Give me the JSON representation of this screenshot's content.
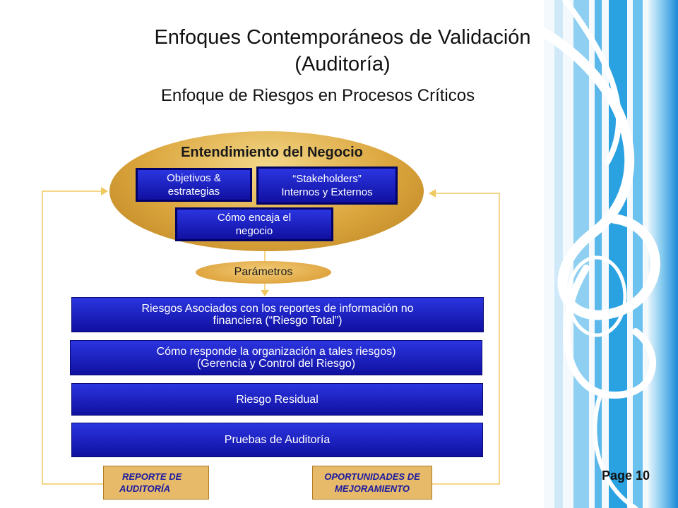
{
  "slide": {
    "title_line1": "Enfoques Contemporáneos  de Validación",
    "title_line2": "(Auditoría)",
    "subtitle": "Enfoque de Riesgos en Procesos Críticos"
  },
  "diagram": {
    "oval_title": "Entendimiento del Negocio",
    "box_objetivos": [
      "Objetivos &",
      "estrategias"
    ],
    "box_stakeholders": [
      "“Stakeholders”",
      "Internos y Externos"
    ],
    "box_encaja": [
      "Cómo encaja el",
      "negocio"
    ],
    "parametros": "Parámetros",
    "bar_riesgos": [
      "Riesgos Asociados con los reportes de información no",
      "financiera (“Riesgo Total”)"
    ],
    "bar_responde": [
      "Cómo responde la organización  a tales riesgos)",
      "(Gerencia y Control del Riesgo)"
    ],
    "bar_residual": "Riesgo Residual",
    "bar_pruebas": "Pruebas de Auditoría",
    "report_left": [
      "REPORTE DE",
      "AUDITORÍA"
    ],
    "report_right": [
      "OPORTUNIDADES DE",
      "MEJORAMIENTO"
    ]
  },
  "footer": {
    "page_label": "Page 10"
  },
  "colors": {
    "box_blue": "#1f23c8",
    "oval_gold": "#dca63e",
    "connector": "#f0c860",
    "deco_blue": "#1e9be0"
  }
}
